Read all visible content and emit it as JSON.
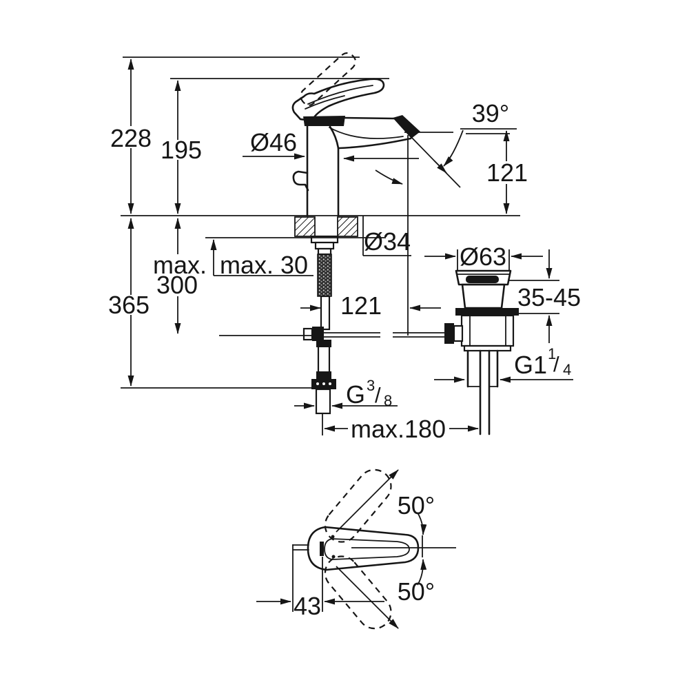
{
  "colors": {
    "line": "#161616",
    "background": "#ffffff"
  },
  "labels": {
    "front": {
      "height_total": "228",
      "height_to_spout_top": "195",
      "body_dia": "Ø46",
      "spout_angle": "39°",
      "spout_height": "121",
      "shank_dia": "Ø34",
      "deck_thickness": "max. 30",
      "pullrod_max_line1": "max.",
      "pullrod_max_line2": "300",
      "hose_drop": "365",
      "spout_reach": "121",
      "rod_span": "max.180",
      "supply_thread": {
        "g": "G",
        "num": "3",
        "slash": "/",
        "den": "8"
      }
    },
    "waste": {
      "flange_dia": "Ø63",
      "deck_range": "35-45",
      "thread": {
        "g": "G1",
        "num": "1",
        "slash": "/",
        "den": "4"
      }
    },
    "top_view": {
      "swing_up": "50°",
      "swing_down": "50°",
      "pivot_offset": "43"
    }
  }
}
